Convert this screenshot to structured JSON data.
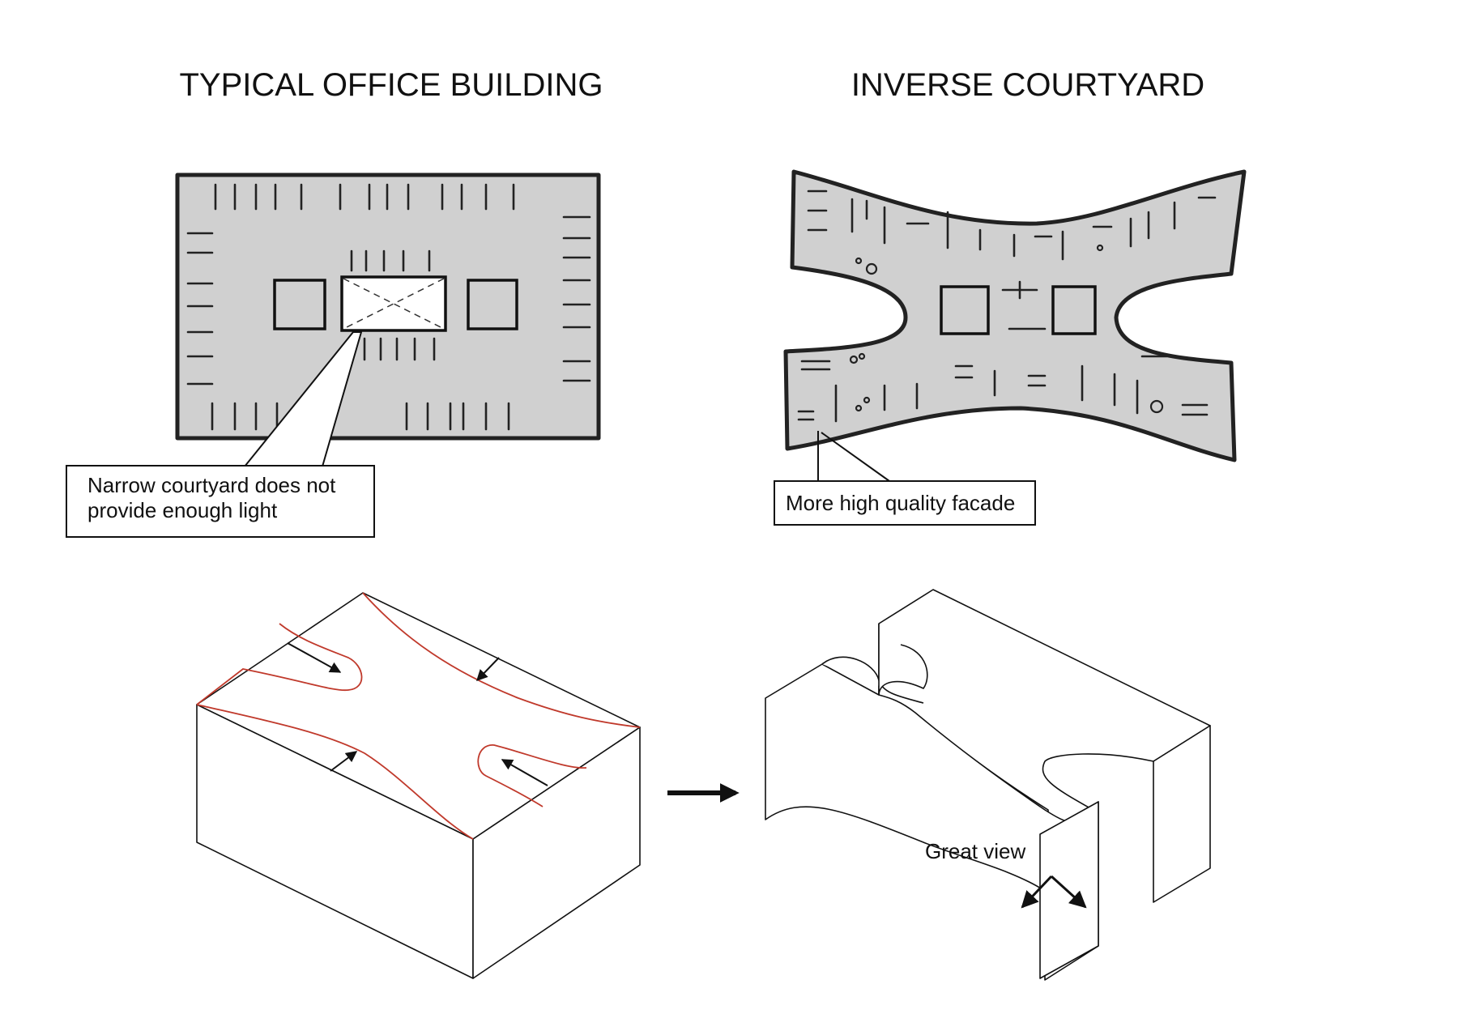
{
  "panels": {
    "left_title": "TYPICAL OFFICE BUILDING",
    "right_title": "INVERSE COURTYARD"
  },
  "callouts": {
    "narrow_courtyard_line1": "Narrow courtyard does not",
    "narrow_courtyard_line2": "provide enough light",
    "facade": "More high quality facade",
    "view": "Great view"
  },
  "colors": {
    "plan_fill": "#d0d0d0",
    "cut_lines": "#c0392b",
    "ink": "#111111"
  }
}
